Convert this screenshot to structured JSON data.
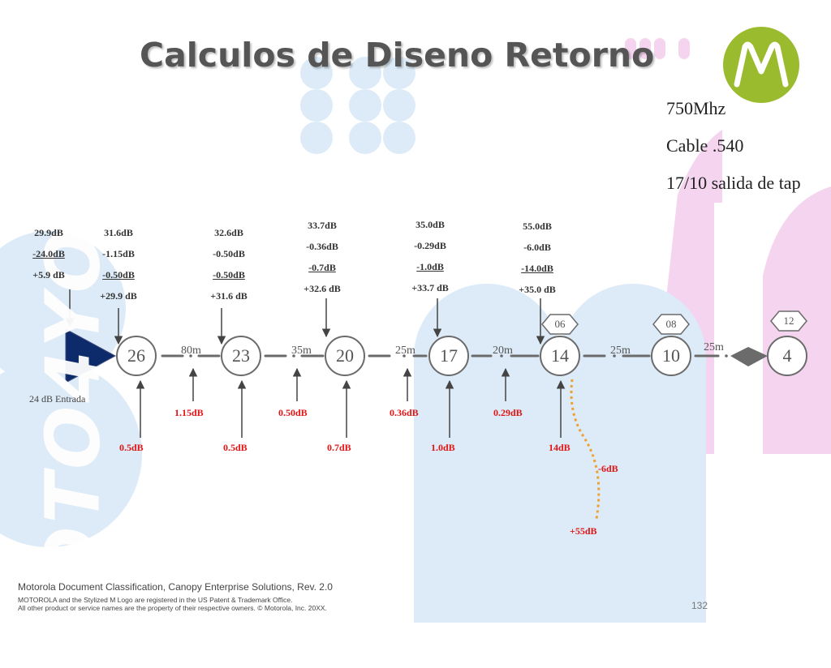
{
  "slide": {
    "title": "Calculos de Diseno Retorno",
    "info": [
      "750Mhz",
      "Cable .540",
      "17/10 salida de tap"
    ],
    "nodes": [
      "26",
      "23",
      "20",
      "17",
      "14",
      "10",
      "4"
    ],
    "distances": [
      "80m",
      "35m",
      "25m",
      "20m",
      "25m",
      "25m"
    ],
    "tap_labels": [
      "06",
      "08",
      "12"
    ],
    "level_stacks": [
      [
        "29.9dB",
        "-24.0dB",
        "+5.9 dB"
      ],
      [
        "31.6dB",
        "-1.15dB",
        "-0.50dB",
        "+29.9 dB"
      ],
      [
        "32.6dB",
        "-0.50dB",
        "-0.50dB",
        "+31.6 dB"
      ],
      [
        "33.7dB",
        "-0.36dB",
        "-0.7dB",
        "+32.6 dB"
      ],
      [
        "35.0dB",
        "-0.29dB",
        "-1.0dB",
        "+33.7 dB"
      ],
      [
        "55.0dB",
        "-6.0dB",
        "-14.0dB",
        "+35.0 dB"
      ]
    ],
    "cable_losses": [
      "1.15dB",
      "0.50dB",
      "0.36dB",
      "0.29dB"
    ],
    "node_losses": [
      "0.5dB",
      "0.5dB",
      "0.7dB",
      "1.0dB",
      "14dB"
    ],
    "drop": {
      "loss": "-6dB",
      "level": "+55dB"
    },
    "entrada": "24 dB Entrada",
    "watermark": "MOTO4YOU",
    "footer": {
      "classification": "Motorola Document Classification, Canopy Enterprise Solutions, Rev. 2.0",
      "trademark1": "MOTOROLA and the Stylized M Logo are registered in the US Patent & Trademark Office.",
      "trademark2": "All other product or service names are the property of their respective owners. © Motorola, Inc. 20XX.",
      "page": "132"
    },
    "colors": {
      "logo": "#9bbb2e",
      "deco_blue": "#dcebf7",
      "deco_pink": "#f4d4ee",
      "amplifier": "#0d2b6b",
      "loss_red": "#e01515",
      "drop_orange": "#f0a030"
    }
  }
}
